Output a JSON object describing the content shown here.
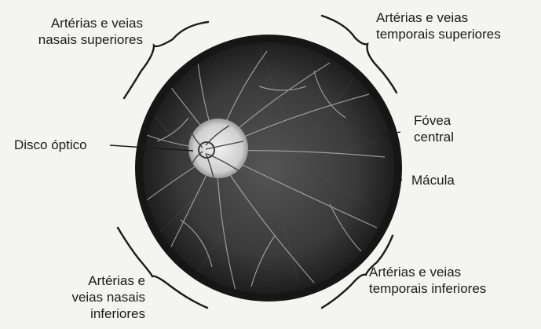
{
  "labels": {
    "nasais_superiores": [
      "Artérias e veias",
      "nasais superiores"
    ],
    "temporais_superiores": [
      "Artérias e veias",
      "temporais superiores"
    ],
    "disco_optico": "Disco óptico",
    "fovea": [
      "Fóvea",
      "central"
    ],
    "macula": "Mácula",
    "nasais_inferiores": [
      "Artérias e",
      "veias nasais",
      "inferiores"
    ],
    "temporais_inferiores": [
      "Artérias e veias",
      "temporais inferiores"
    ]
  },
  "colors": {
    "background": "#f4f4f2",
    "retina_dark": "#262626",
    "retina_mid": "#4a4a4a",
    "disc": "#dcdcdc",
    "vessel": "#cfcfcf",
    "ink": "#1b1b1b"
  }
}
